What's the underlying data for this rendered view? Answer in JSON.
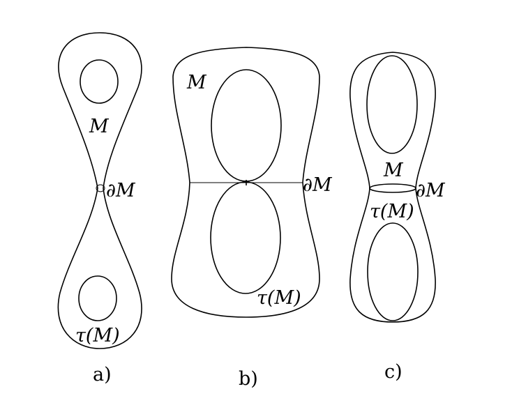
{
  "panels": [
    {
      "caption": "a)",
      "labels": {
        "interior": "M",
        "boundary": "∂M",
        "image": "τ(M)"
      }
    },
    {
      "caption": "b)",
      "labels": {
        "interior": "M",
        "boundary": "∂M",
        "image": "τ(M)"
      }
    },
    {
      "caption": "c)",
      "labels": {
        "interior": "M",
        "boundary": "∂M",
        "image": "τ(M)"
      }
    }
  ]
}
